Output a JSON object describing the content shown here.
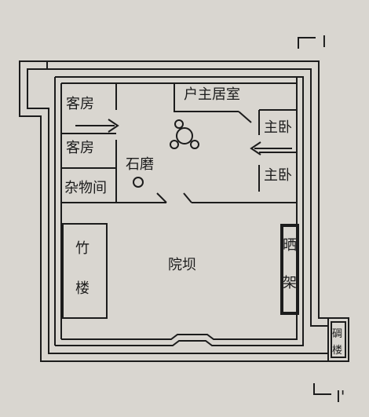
{
  "diagram": {
    "rooms": {
      "guest_room_1": "客房",
      "guest_room_2": "客房",
      "storage_room": "杂物间",
      "stone_mill": "石磨",
      "owner_room": "户主居室",
      "main_bedroom_1": "主卧",
      "main_bedroom_2": "主卧",
      "courtyard": "院坝",
      "bamboo_tower_1": "竹",
      "bamboo_tower_2": "楼",
      "drying_rack_1": "晒",
      "drying_rack_2": "架",
      "watchtower_1": "碉",
      "watchtower_2": "楼"
    },
    "section_marks": {
      "top": "I",
      "bottom": "I'"
    }
  },
  "colors": {
    "line": "#1c1c1c",
    "paper": "#d9d6d0"
  }
}
